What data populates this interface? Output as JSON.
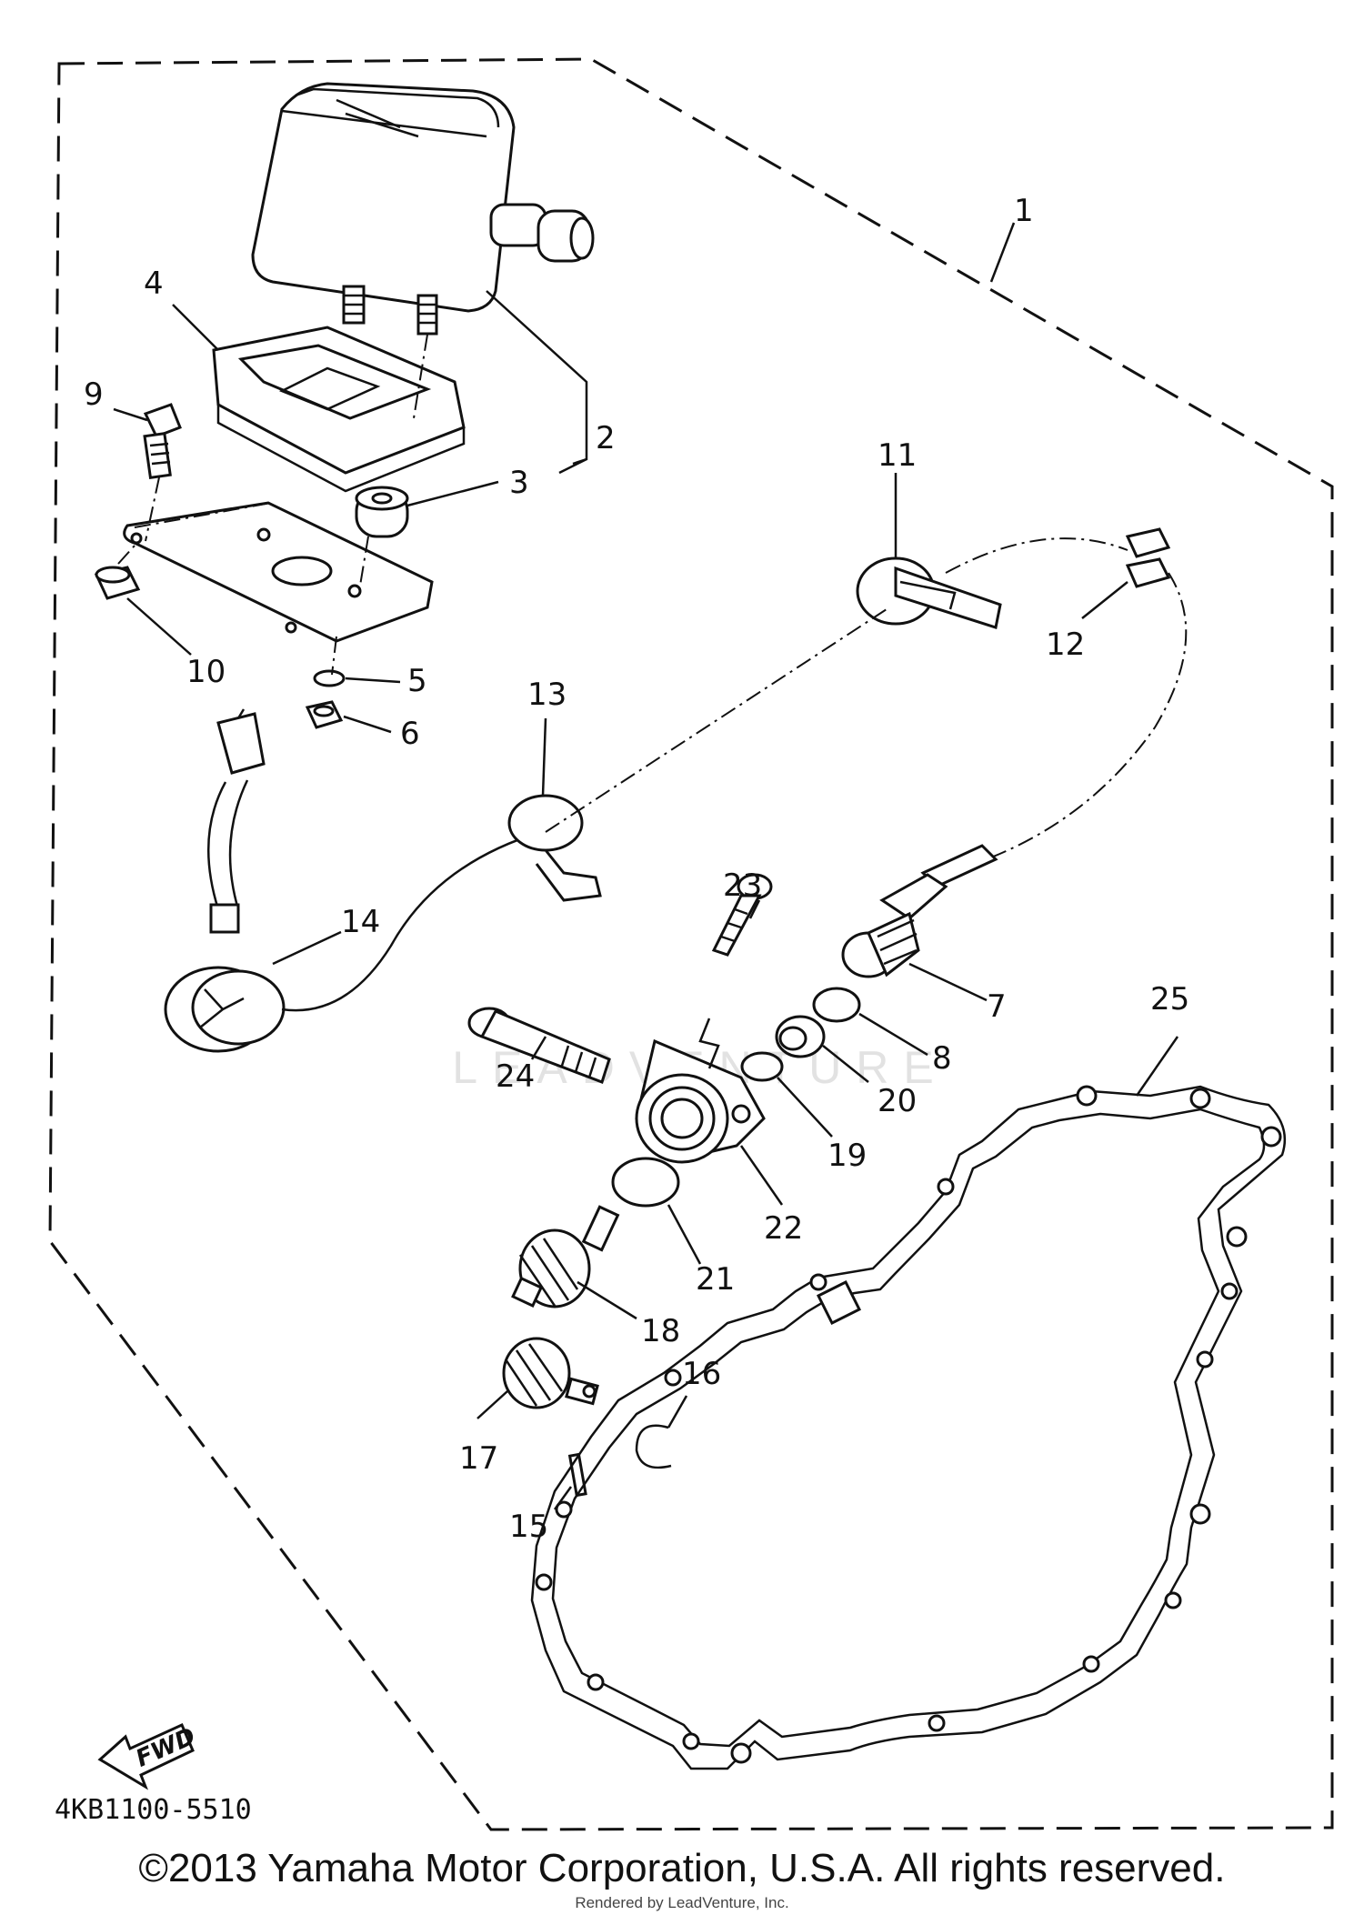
{
  "diagram": {
    "part_code": "4KB1100-5510",
    "fwd_label": "FWD",
    "callouts": [
      "1",
      "2",
      "3",
      "4",
      "5",
      "6",
      "7",
      "8",
      "9",
      "10",
      "11",
      "12",
      "13",
      "14",
      "15",
      "16",
      "17",
      "18",
      "19",
      "20",
      "21",
      "22",
      "23",
      "24",
      "25"
    ],
    "watermark": "LEADVENTURE"
  },
  "footer": {
    "copyright": "©2013 Yamaha Motor Corporation, U.S.A. All rights reserved.",
    "rendered_by": "Rendered by LeadVenture, Inc."
  }
}
